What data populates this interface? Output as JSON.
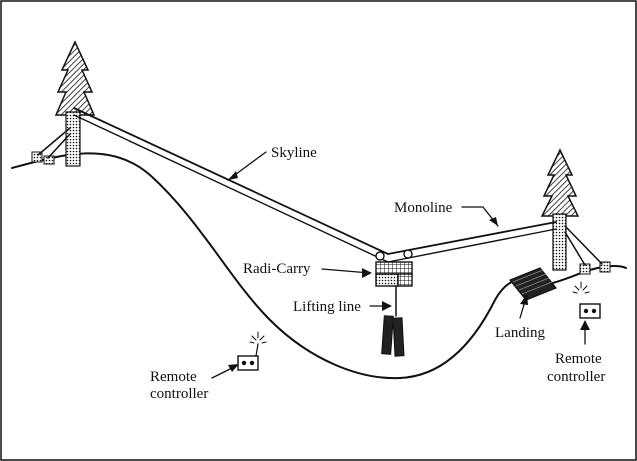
{
  "labels": {
    "skyline": "Skyline",
    "monoline": "Monoline",
    "radi_carry": "Radi-Carry",
    "lifting_line": "Lifting line",
    "landing": "Landing",
    "remote_left_line1": "Remote",
    "remote_left_line2": "controller",
    "remote_right_line1": "Remote",
    "remote_right_line2": "controller"
  },
  "colors": {
    "ink": "#111111",
    "background": "#ffffff"
  },
  "icons": [
    "tree-icon",
    "stump-icon",
    "carriage-icon",
    "log-icon",
    "remote-controller-icon",
    "signal-icon"
  ]
}
